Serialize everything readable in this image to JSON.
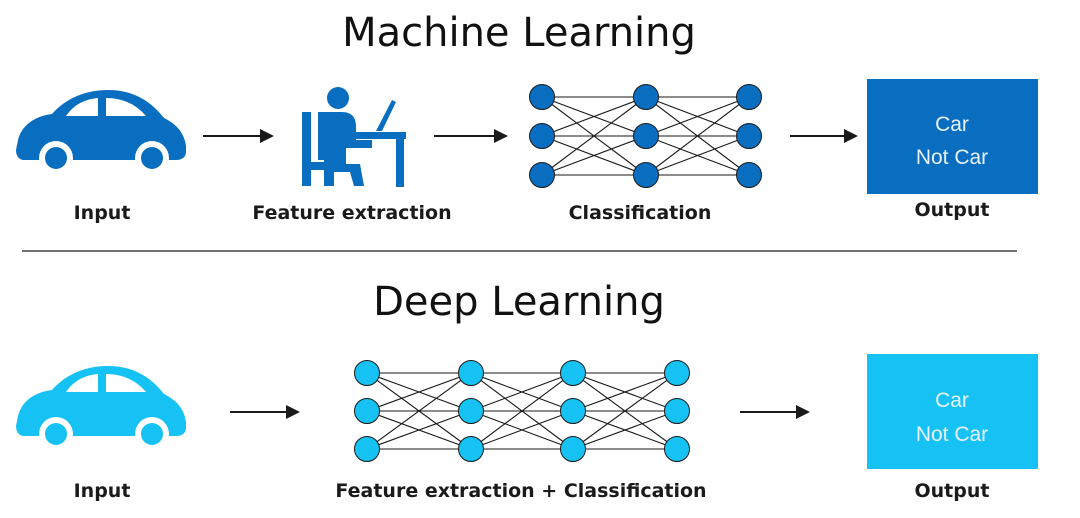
{
  "machine_learning": {
    "title": "Machine Learning",
    "input_label": "Input",
    "feature_label": "Feature extraction",
    "classification_label": "Classification",
    "output_label": "Output",
    "output_options": [
      "Car",
      "Not Car"
    ],
    "color": "#0a6ec0",
    "icons": [
      "car-icon",
      "person-at-desk-icon",
      "neural-network-icon"
    ]
  },
  "deep_learning": {
    "title": "Deep Learning",
    "input_label": "Input",
    "combined_label": "Feature extraction + Classification",
    "output_label": "Output",
    "output_options": [
      "Car",
      "Not Car"
    ],
    "color": "#16c2f3",
    "icons": [
      "car-icon",
      "neural-network-icon"
    ]
  }
}
